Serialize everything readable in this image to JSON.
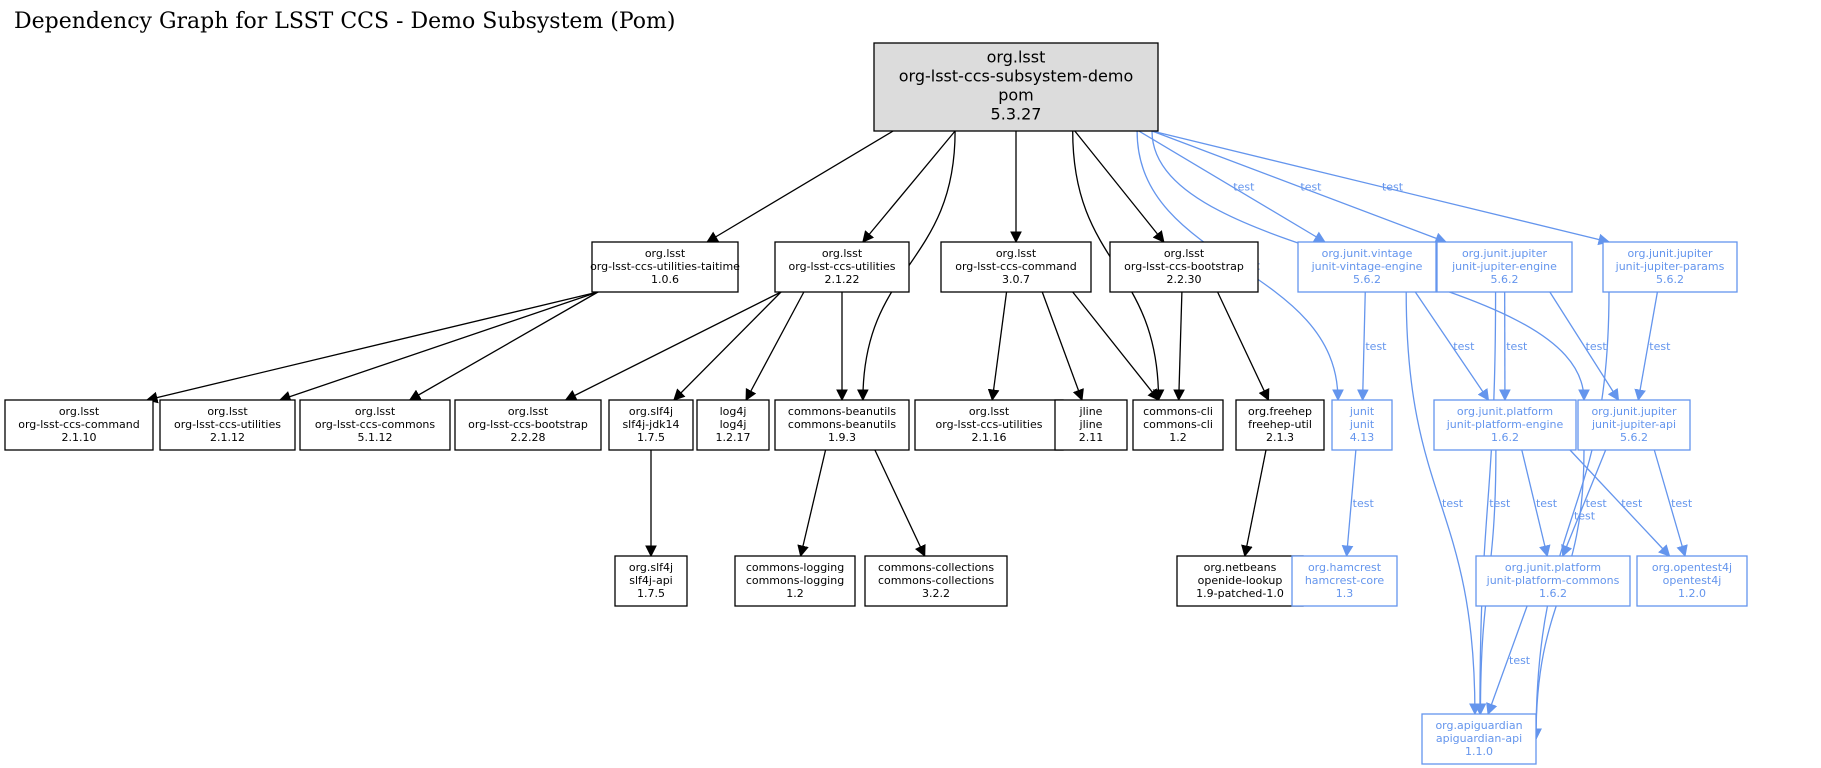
{
  "title": "Dependency Graph for LSST CCS - Demo Subsystem (Pom)",
  "colors": {
    "compile": "#000000",
    "test": "#6495ed",
    "root_fill": "#dcdcdc"
  },
  "nodes": [
    {
      "id": "root",
      "lines": [
        "org.lsst",
        "org-lsst-ccs-subsystem-demo",
        "pom",
        "5.3.27"
      ],
      "root": true
    },
    {
      "id": "taitime",
      "lines": [
        "org.lsst",
        "org-lsst-ccs-utilities-taitime",
        "1.0.6"
      ]
    },
    {
      "id": "util2122",
      "lines": [
        "org.lsst",
        "org-lsst-ccs-utilities",
        "2.1.22"
      ]
    },
    {
      "id": "cmd307",
      "lines": [
        "org.lsst",
        "org-lsst-ccs-command",
        "3.0.7"
      ]
    },
    {
      "id": "boot2230",
      "lines": [
        "org.lsst",
        "org-lsst-ccs-bootstrap",
        "2.2.30"
      ]
    },
    {
      "id": "vintage",
      "lines": [
        "org.junit.vintage",
        "junit-vintage-engine",
        "5.6.2"
      ],
      "test": true
    },
    {
      "id": "jupeng",
      "lines": [
        "org.junit.jupiter",
        "junit-jupiter-engine",
        "5.6.2"
      ],
      "test": true
    },
    {
      "id": "jupparams",
      "lines": [
        "org.junit.jupiter",
        "junit-jupiter-params",
        "5.6.2"
      ],
      "test": true
    },
    {
      "id": "cmd2110",
      "lines": [
        "org.lsst",
        "org-lsst-ccs-command",
        "2.1.10"
      ]
    },
    {
      "id": "util2112",
      "lines": [
        "org.lsst",
        "org-lsst-ccs-utilities",
        "2.1.12"
      ]
    },
    {
      "id": "commons5112",
      "lines": [
        "org.lsst",
        "org-lsst-ccs-commons",
        "5.1.12"
      ]
    },
    {
      "id": "boot2228",
      "lines": [
        "org.lsst",
        "org-lsst-ccs-bootstrap",
        "2.2.28"
      ]
    },
    {
      "id": "slf4jjdk",
      "lines": [
        "org.slf4j",
        "slf4j-jdk14",
        "1.7.5"
      ]
    },
    {
      "id": "log4j",
      "lines": [
        "log4j",
        "log4j",
        "1.2.17"
      ]
    },
    {
      "id": "beanutils",
      "lines": [
        "commons-beanutils",
        "commons-beanutils",
        "1.9.3"
      ]
    },
    {
      "id": "util2116",
      "lines": [
        "org.lsst",
        "org-lsst-ccs-utilities",
        "2.1.16"
      ]
    },
    {
      "id": "jline",
      "lines": [
        "jline",
        "jline",
        "2.11"
      ]
    },
    {
      "id": "cli",
      "lines": [
        "commons-cli",
        "commons-cli",
        "1.2"
      ]
    },
    {
      "id": "freehep",
      "lines": [
        "org.freehep",
        "freehep-util",
        "2.1.3"
      ]
    },
    {
      "id": "junit",
      "lines": [
        "junit",
        "junit",
        "4.13"
      ],
      "test": true
    },
    {
      "id": "platengine",
      "lines": [
        "org.junit.platform",
        "junit-platform-engine",
        "1.6.2"
      ],
      "test": true
    },
    {
      "id": "jupapi",
      "lines": [
        "org.junit.jupiter",
        "junit-jupiter-api",
        "5.6.2"
      ],
      "test": true
    },
    {
      "id": "slf4japi",
      "lines": [
        "org.slf4j",
        "slf4j-api",
        "1.7.5"
      ]
    },
    {
      "id": "logging",
      "lines": [
        "commons-logging",
        "commons-logging",
        "1.2"
      ]
    },
    {
      "id": "collections",
      "lines": [
        "commons-collections",
        "commons-collections",
        "3.2.2"
      ]
    },
    {
      "id": "openide",
      "lines": [
        "org.netbeans",
        "openide-lookup",
        "1.9-patched-1.0"
      ]
    },
    {
      "id": "hamcrest",
      "lines": [
        "org.hamcrest",
        "hamcrest-core",
        "1.3"
      ],
      "test": true
    },
    {
      "id": "platcommons",
      "lines": [
        "org.junit.platform",
        "junit-platform-commons",
        "1.6.2"
      ],
      "test": true
    },
    {
      "id": "opentest4j",
      "lines": [
        "org.opentest4j",
        "opentest4j",
        "1.2.0"
      ],
      "test": true
    },
    {
      "id": "apiguardian",
      "lines": [
        "org.apiguardian",
        "apiguardian-api",
        "1.1.0"
      ],
      "test": true
    }
  ],
  "edges": [
    {
      "from": "root",
      "to": "taitime"
    },
    {
      "from": "root",
      "to": "util2122"
    },
    {
      "from": "root",
      "to": "beanutils"
    },
    {
      "from": "root",
      "to": "cmd307"
    },
    {
      "from": "root",
      "to": "cli"
    },
    {
      "from": "root",
      "to": "boot2230"
    },
    {
      "from": "root",
      "to": "junit",
      "label": "test"
    },
    {
      "from": "root",
      "to": "vintage",
      "label": "test"
    },
    {
      "from": "root",
      "to": "jupeng",
      "label": "test"
    },
    {
      "from": "root",
      "to": "jupapi",
      "label": "test"
    },
    {
      "from": "root",
      "to": "jupparams",
      "label": "test"
    },
    {
      "from": "taitime",
      "to": "cmd2110"
    },
    {
      "from": "taitime",
      "to": "util2112"
    },
    {
      "from": "taitime",
      "to": "commons5112"
    },
    {
      "from": "util2122",
      "to": "boot2228"
    },
    {
      "from": "util2122",
      "to": "slf4jjdk"
    },
    {
      "from": "util2122",
      "to": "log4j"
    },
    {
      "from": "util2122",
      "to": "beanutils"
    },
    {
      "from": "cmd307",
      "to": "util2116"
    },
    {
      "from": "cmd307",
      "to": "jline"
    },
    {
      "from": "cmd307",
      "to": "cli"
    },
    {
      "from": "boot2230",
      "to": "cli"
    },
    {
      "from": "boot2230",
      "to": "freehep"
    },
    {
      "from": "vintage",
      "to": "junit",
      "label": "test"
    },
    {
      "from": "vintage",
      "to": "platengine",
      "label": "test"
    },
    {
      "from": "vintage",
      "to": "apiguardian",
      "label": "test"
    },
    {
      "from": "jupeng",
      "to": "platengine",
      "label": "test"
    },
    {
      "from": "jupeng",
      "to": "jupapi",
      "label": "test"
    },
    {
      "from": "jupeng",
      "to": "apiguardian",
      "label": "test"
    },
    {
      "from": "jupparams",
      "to": "jupapi",
      "label": "test"
    },
    {
      "from": "jupparams",
      "to": "apiguardian",
      "label": "test"
    },
    {
      "from": "slf4jjdk",
      "to": "slf4japi"
    },
    {
      "from": "beanutils",
      "to": "logging"
    },
    {
      "from": "beanutils",
      "to": "collections"
    },
    {
      "from": "freehep",
      "to": "openide"
    },
    {
      "from": "junit",
      "to": "hamcrest",
      "label": "test"
    },
    {
      "from": "platengine",
      "to": "platcommons",
      "label": "test"
    },
    {
      "from": "platengine",
      "to": "opentest4j",
      "label": "test"
    },
    {
      "from": "platengine",
      "to": "apiguardian",
      "label": "test"
    },
    {
      "from": "jupapi",
      "to": "platcommons",
      "label": "test"
    },
    {
      "from": "jupapi",
      "to": "opentest4j",
      "label": "test"
    },
    {
      "from": "jupapi",
      "to": "apiguardian",
      "label": "test"
    },
    {
      "from": "platcommons",
      "to": "apiguardian",
      "label": "test"
    }
  ]
}
